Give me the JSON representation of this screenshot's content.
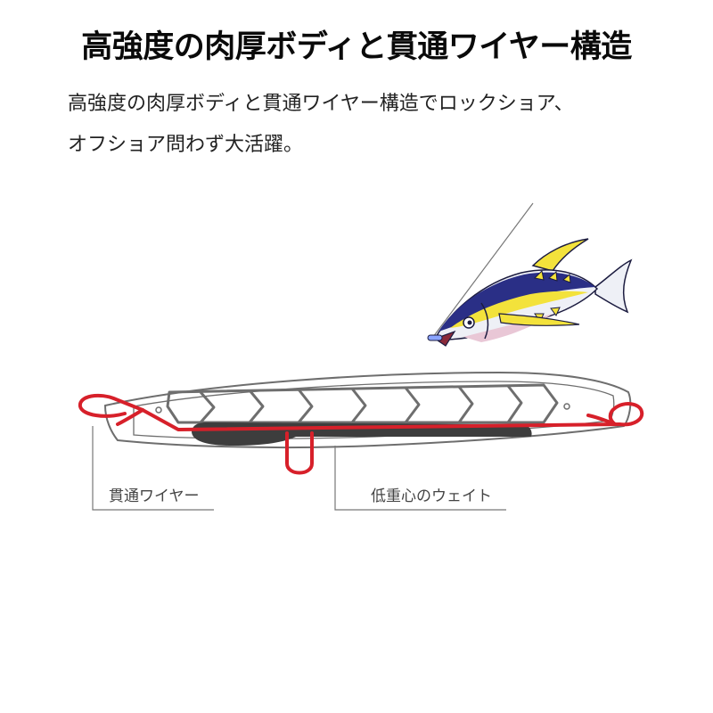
{
  "heading": "高強度の肉厚ボディと貫通ワイヤー構造",
  "description": {
    "line1": "高強度の肉厚ボディと貫通ワイヤー構造でロックショア、",
    "line2": "オフショア問わず大活躍。"
  },
  "callouts": {
    "wire": "貫通ワイヤー",
    "weight": "低重心のウェイト"
  },
  "colors": {
    "wire_red": "#d7202a",
    "outline_gray": "#6e6e6e",
    "weight_dark": "#3d3d3d",
    "fish_blue": "#2a2f86",
    "fish_yellow": "#f3e23b"
  }
}
